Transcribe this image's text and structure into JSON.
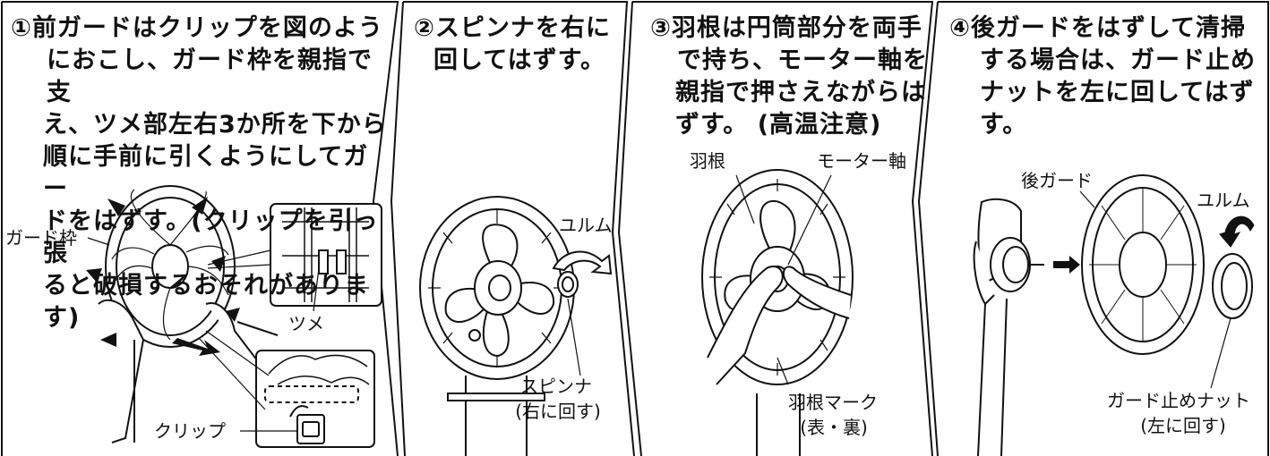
{
  "steps": [
    {
      "lines": [
        "①前ガードはクリップを図のよう",
        "におこし、ガード枠を親指で支",
        "え、ツメ部左右3か所を下から",
        "順に手前に引くようにしてガー",
        "ドをはずす。(クリップを引っ張",
        "ると破損するおそれがあります)"
      ],
      "labels": {
        "guard_frame": "ガード枠",
        "tab": "ツメ",
        "clip": "クリップ"
      }
    },
    {
      "lines": [
        "②スピンナを右に",
        "回してはずす。"
      ],
      "labels": {
        "loosen": "ユルム",
        "spinner": "スピンナ",
        "spinner_note": "(右に回す)"
      }
    },
    {
      "lines": [
        "③羽根は円筒部分を両手",
        "で持ち、モーター軸を",
        "親指で押さえながらは",
        "ずす。 (高温注意)"
      ],
      "labels": {
        "blade": "羽根",
        "motor_shaft": "モーター軸",
        "blade_mark": "羽根マーク",
        "blade_mark_note": "(表・裏)"
      }
    },
    {
      "lines": [
        "④後ガードをはずして清掃",
        "する場合は、ガード止め",
        "ナットを左に回してはず",
        "す。"
      ],
      "labels": {
        "rear_guard": "後ガード",
        "loosen": "ユルム",
        "nut": "ガード止めナット",
        "nut_note": "(左に回す)"
      }
    }
  ]
}
